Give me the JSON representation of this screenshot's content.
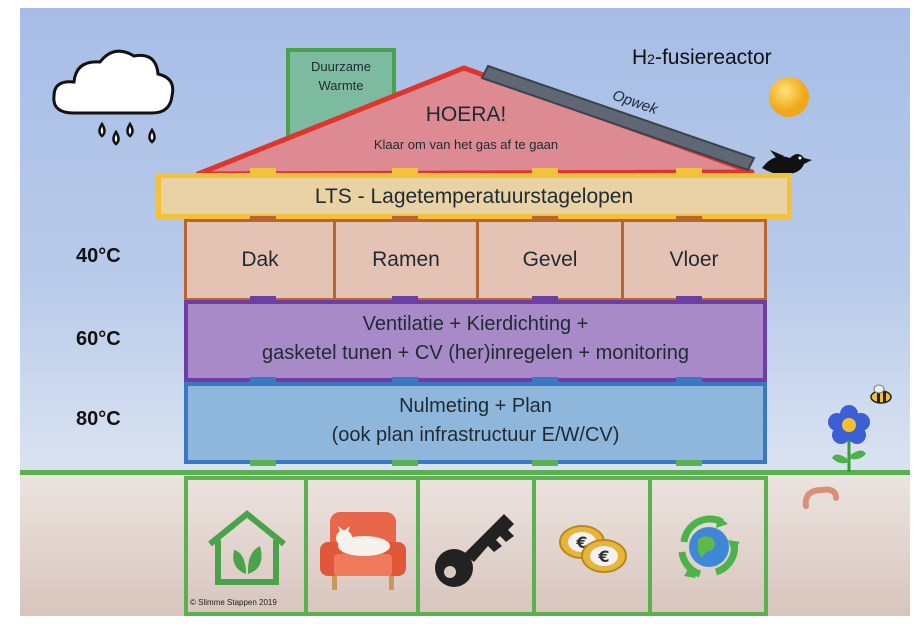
{
  "chimney": {
    "line1": "Duurzame",
    "line2": "Warmte"
  },
  "fusion": {
    "label_h": "H",
    "label_sub": "2",
    "label_rest": "-fusiereactor"
  },
  "roof": {
    "title": "HOERA!",
    "subtitle": "Klaar om van het gas af te gaan",
    "solar_label": "Opwek"
  },
  "lts": {
    "label": "LTS - Lagetemperatuurstagelopen"
  },
  "insulation": {
    "items": [
      "Dak",
      "Ramen",
      "Gevel",
      "Vloer"
    ]
  },
  "ventilation": {
    "line1": "Ventilatie + Kierdichting +",
    "line2": "gasketel tunen + CV (her)inregelen + monitoring"
  },
  "baseline": {
    "line1": "Nulmeting + Plan",
    "line2": "(ook plan infrastructuur E/W/CV)"
  },
  "temperatures": {
    "t40": "40°C",
    "t60": "60°C",
    "t80": "80°C"
  },
  "foundation": {
    "icons": [
      "green-house-icon",
      "armchair-cat-icon",
      "key-icon",
      "euro-coins-icon",
      "recycle-globe-icon"
    ]
  },
  "copyright": "© Slimme Stappen 2019",
  "colors": {
    "roof_outline": "#e0352b",
    "lts": "#f4c23a",
    "insulation": "#b8652f",
    "ventilation": "#6d3ea6",
    "baseline": "#3a78c2",
    "foundation": "#5bb04f"
  }
}
